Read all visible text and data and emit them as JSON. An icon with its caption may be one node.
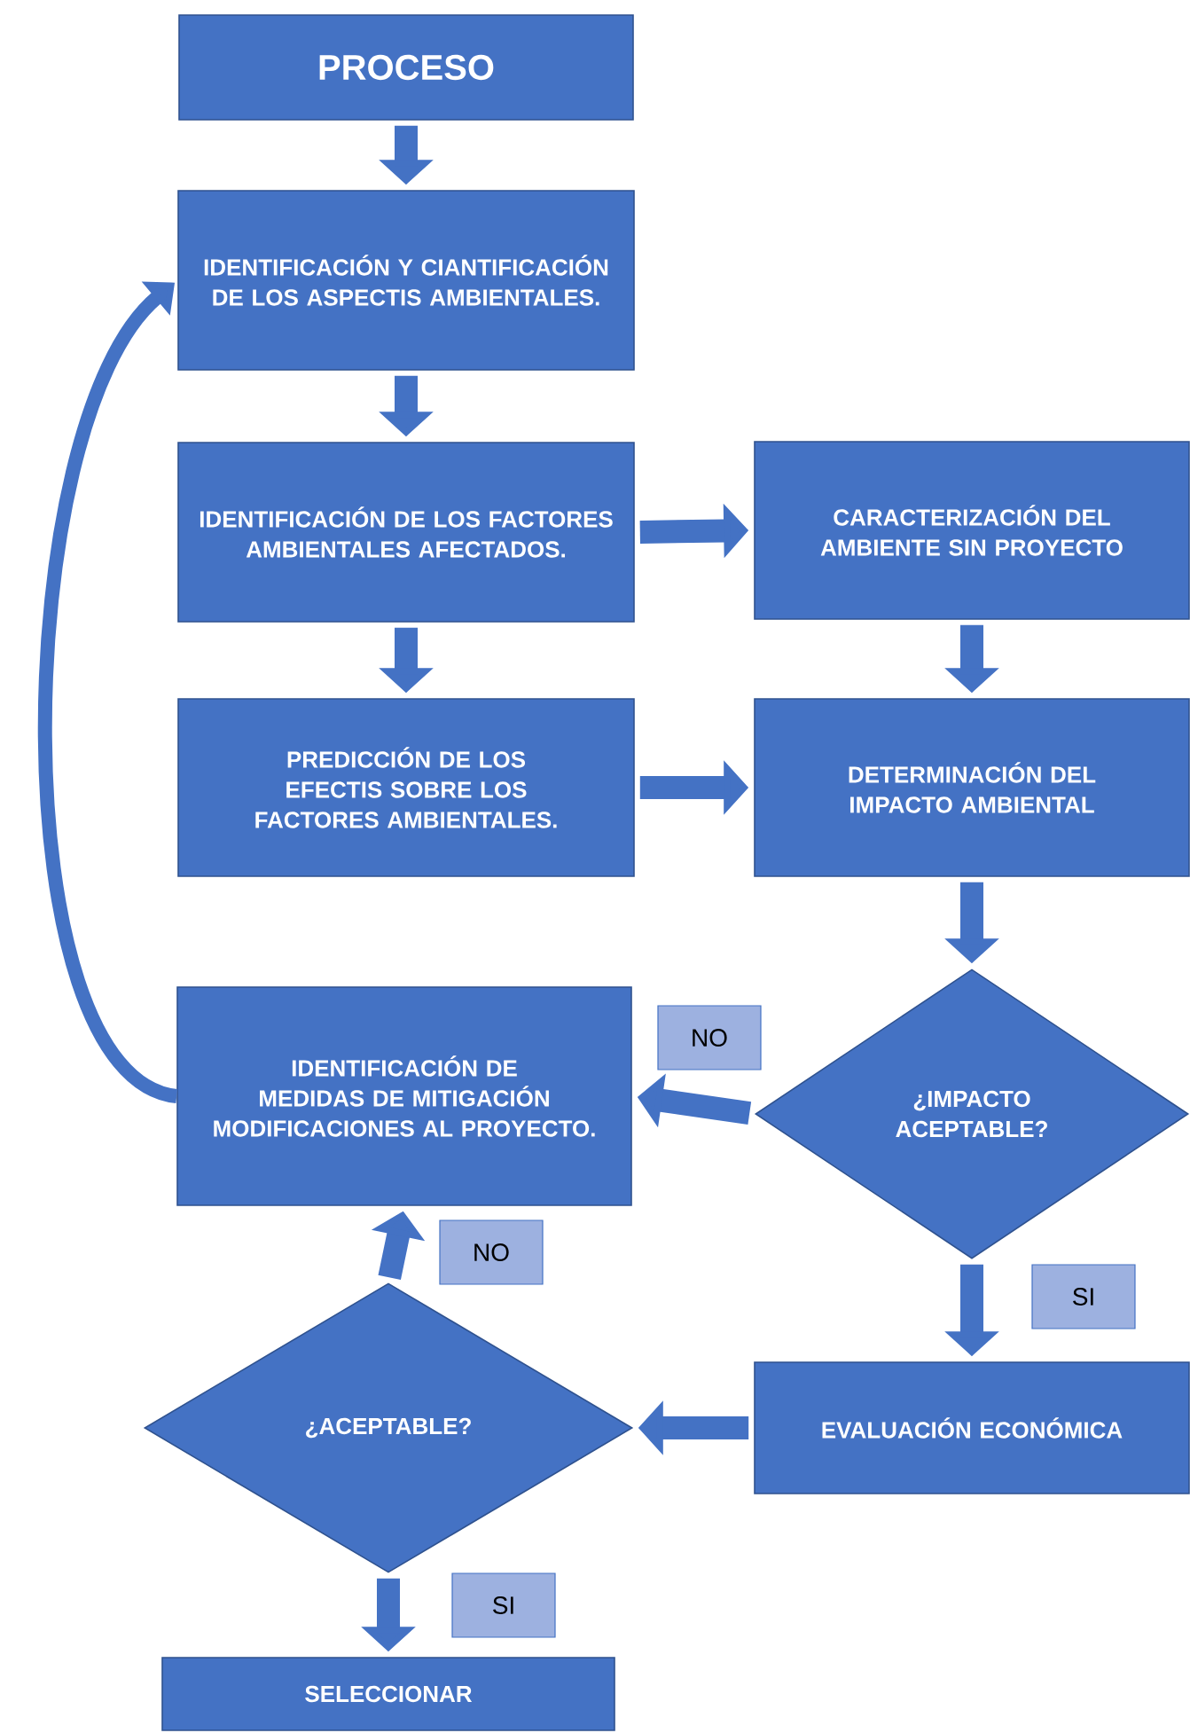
{
  "diagram": {
    "nodes": [
      {
        "text": [
          "PROCESO"
        ]
      },
      {
        "text": [
          "IDENTIFICACIÓN Y CIANTIFICACIÓN DE LOS ASPECTIS AMBIENTALES."
        ]
      },
      {
        "text": [
          "IDENTIFICACIÓN DE LOS FACTORES AMBIENTALES AFECTADOS."
        ]
      },
      {
        "text": [
          "CARACTERIZACIÓN DEL AMBIENTE SIN PROYECTO"
        ]
      },
      {
        "text": [
          "PREDICCIÓN DE LOS EFECTIS SOBRE LOS FACTORES AMBIENTALES."
        ]
      },
      {
        "text": [
          "DETERMINACIÓN DEL IMPACTO AMBIENTAL"
        ]
      },
      {
        "text": [
          "¿IMPACTO ACEPTABLE?"
        ]
      },
      {
        "text": [
          "IDENTIFICACIÓN DE MEDIDAS DE MITIGACIÓN MODIFICACIONES AL PROYECTO."
        ]
      },
      {
        "text": [
          "¿ACEPTABLE?"
        ]
      },
      {
        "text": [
          "EVALUACIÓN ECONÓMICA"
        ]
      },
      {
        "text": [
          "SELECCIONAR"
        ]
      }
    ],
    "edges": [
      {
        "from": 0,
        "to": 1,
        "arrow": "to"
      },
      {
        "from": 1,
        "to": 2,
        "arrow": "to"
      },
      {
        "from": 2,
        "to": 3,
        "arrow": "to"
      },
      {
        "from": 2,
        "to": 4,
        "arrow": "to"
      },
      {
        "from": 3,
        "to": 5,
        "arrow": "to"
      },
      {
        "from": 4,
        "to": 5,
        "arrow": "to"
      },
      {
        "from": 5,
        "to": 6,
        "arrow": "to"
      },
      {
        "from": 6,
        "to": 7,
        "arrow": "to",
        "label": "NO"
      },
      {
        "from": 6,
        "to": 9,
        "arrow": "to",
        "label": "SI"
      },
      {
        "from": 9,
        "to": 8,
        "arrow": "to"
      },
      {
        "from": 8,
        "to": 7,
        "arrow": "to",
        "label": "NO"
      },
      {
        "from": 8,
        "to": 10,
        "arrow": "to",
        "label": "SI"
      },
      {
        "from": 7,
        "to": 1,
        "arrow": "to"
      }
    ]
  }
}
